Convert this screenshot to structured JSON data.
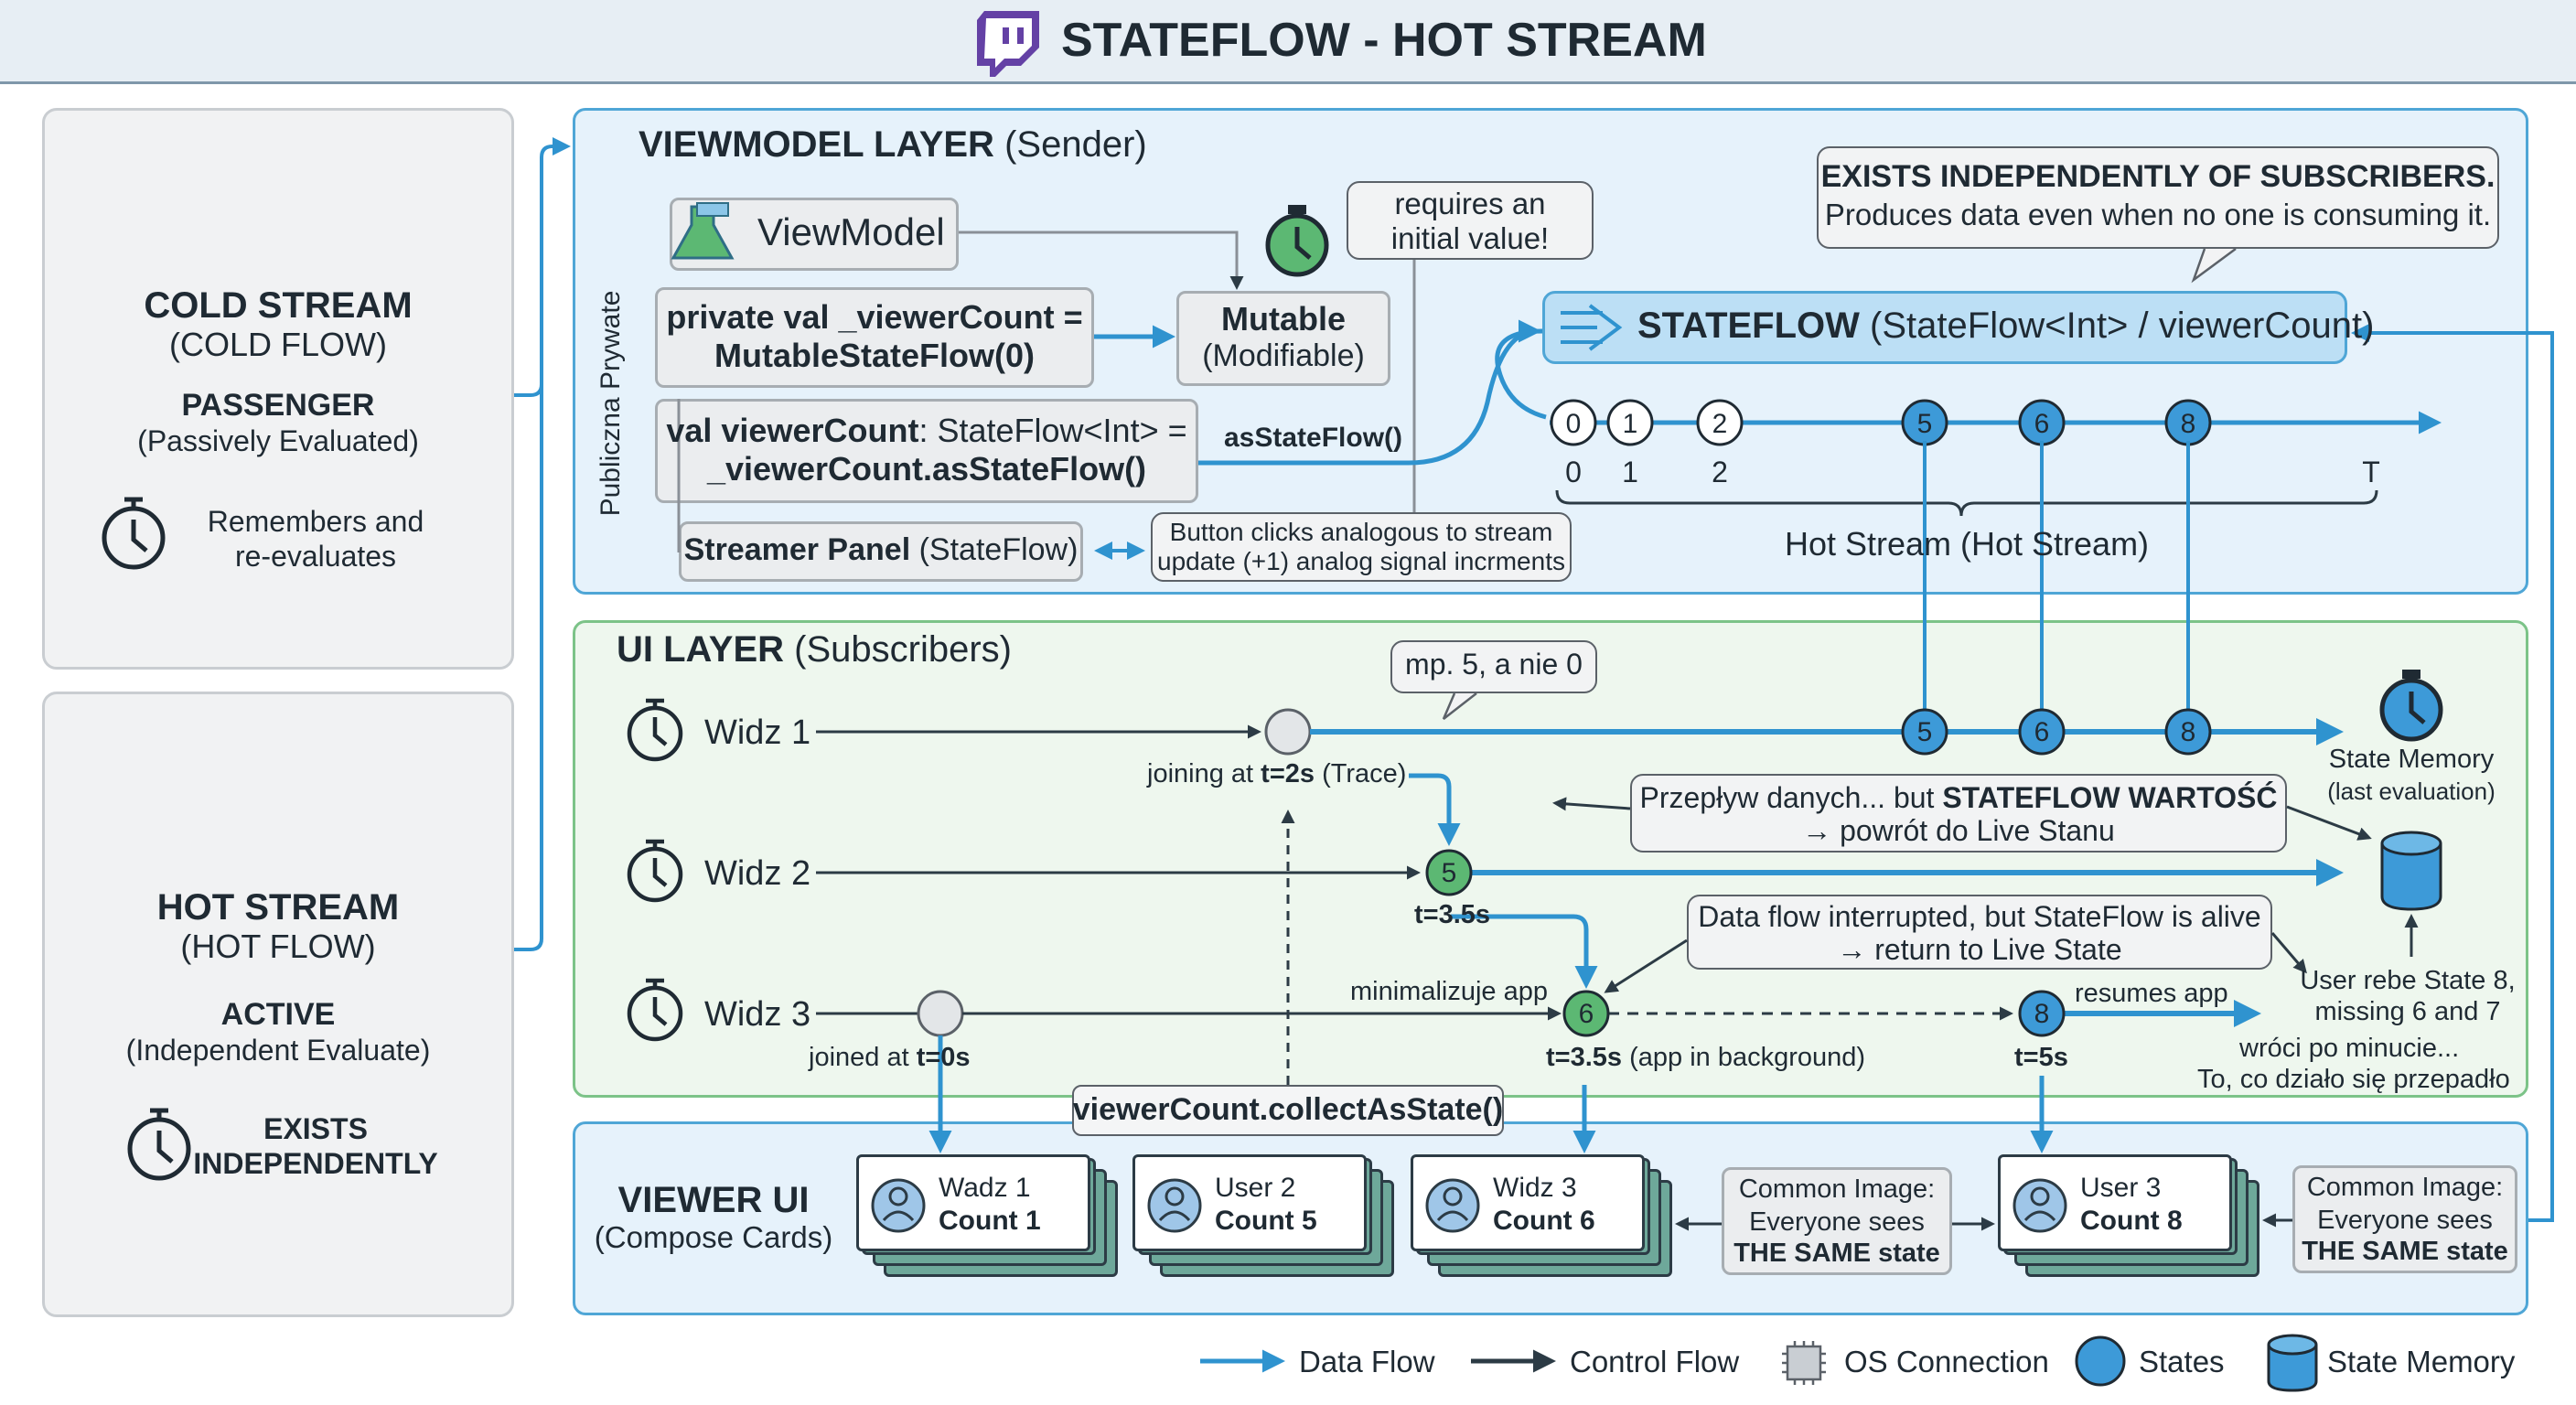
{
  "header": {
    "title": "STATEFLOW - HOT STREAM",
    "icon": "twitch-logo-icon"
  },
  "cold_panel": {
    "title": "COLD STREAM",
    "subtitle": "(COLD FLOW)",
    "role": "PASSENGER",
    "role_sub": "(Passively Evaluated)",
    "note_line1": "Remembers and",
    "note_line2": "re-evaluates"
  },
  "hot_panel": {
    "title": "HOT STREAM",
    "subtitle": "(HOT FLOW)",
    "role": "ACTIVE",
    "role_sub": "(Independent Evaluate)",
    "note_line1": "EXISTS",
    "note_line2": "INDEPENDENTLY"
  },
  "vm_layer": {
    "title": "VIEWMODEL LAYER",
    "title_sub": "(Sender)",
    "side_label": "Publiczna Prywate",
    "viewmodel_label": "ViewModel",
    "private_line1": "private val _viewerCount =",
    "private_line2": "MutableStateFlow(0)",
    "mutable_title": "Mutable",
    "mutable_sub": "(Modifiable)",
    "initial_bubble_line1": "requires an",
    "initial_bubble_line2": "initial value!",
    "public_line1_bold": "val viewerCount",
    "public_line1_rest": ": StateFlow<Int> =",
    "public_line2": "_viewerCount.asStateFlow()",
    "as_state_flow_label": "asStateFlow()",
    "streamer_label_bold": "Streamer Panel",
    "streamer_label_rest": "(StateFlow)",
    "button_note_line1": "Button clicks analogous to stream",
    "button_note_line2": "update (+1) analog signal incrments",
    "exists_line1": "EXISTS INDEPENDENTLY OF SUBSCRIBERS.",
    "exists_line2": "Produces data even when no one is consuming it.",
    "stateflow_bold": "STATEFLOW",
    "stateflow_rest": "(StateFlow<Int> / viewerCount)",
    "stream_states": [
      "0",
      "1",
      "2",
      "5",
      "6",
      "8"
    ],
    "stream_ticks": [
      "0",
      "1",
      "2",
      "T"
    ],
    "hot_stream_label": "Hot Stream (Hot Stream)"
  },
  "ui_layer": {
    "title": "UI LAYER",
    "title_sub": "(Subscribers)",
    "viewers": [
      "Widz 1",
      "Widz 2",
      "Widz 3"
    ],
    "bubble_mp": "mp. 5, a nie 0",
    "joining_prefix": "joining at ",
    "joining_bold": "t=2s",
    "joining_suffix": " (Trace)",
    "state_memory_line1": "State Memory",
    "state_memory_line2": "(last evaluation)",
    "widz1_states": [
      "5",
      "6",
      "8"
    ],
    "widz2_state": "5",
    "widz2_time": "t=3.5s",
    "przeplyw_line1_prefix": "Przepływ danych... but ",
    "przeplyw_line1_bold": "STATEFLOW WARTOŚĆ",
    "przeplyw_line2": "→ powrót do Live Stanu",
    "interrupted_line1": "Data flow interrupted, but StateFlow is alive",
    "interrupted_line2": "→ return to Live State",
    "minimalizuje": "minimalizuje app",
    "widz3_state_a": "6",
    "widz3_state_b": "8",
    "resumes": "resumes app",
    "joined_prefix": "joined at ",
    "joined_bold": "t=0s",
    "widz3_time_a_bold": "t=3.5s",
    "widz3_time_a_rest": " (app in background)",
    "widz3_time_b": "t=5s",
    "user_rebe_line1": "User rebe State 8,",
    "user_rebe_line2": "missing 6 and 7",
    "wroci_line1": "wróci po minucie...",
    "wroci_line2": "To, co działo się przepadło"
  },
  "viewer_ui": {
    "title": "VIEWER UI",
    "subtitle": "(Compose Cards)",
    "collect_label": "viewerCount.collectAsState()",
    "cards": [
      {
        "name": "Wadz 1",
        "count": "Count 1"
      },
      {
        "name": "User 2",
        "count": "Count 5"
      },
      {
        "name": "Widz 3",
        "count": "Count 6"
      },
      {
        "name": "User 3",
        "count": "Count 8"
      }
    ],
    "common_line1": "Common Image:",
    "common_line2": "Everyone sees",
    "common_line3": "THE SAME state"
  },
  "legend": {
    "data_flow": "Data Flow",
    "control_flow": "Control Flow",
    "os_connection": "OS Connection",
    "states": "States",
    "state_memory": "State Memory"
  },
  "colors": {
    "accent_blue": "#2f93cf",
    "state_blue": "#3d9ad8",
    "state_green": "#5cb873",
    "twitch_purple": "#6441a5",
    "dark": "#2c3b45"
  }
}
